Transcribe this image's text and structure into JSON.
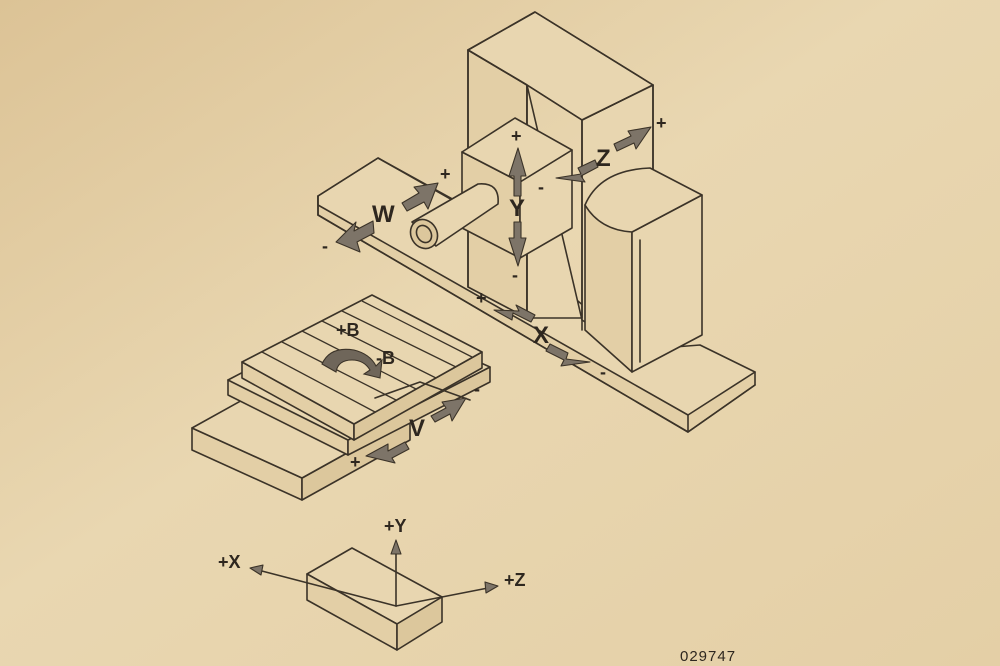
{
  "labels": {
    "w": "W",
    "w_plus": "+",
    "w_minus": "-",
    "y": "Y",
    "y_plus": "+",
    "y_minus": "-",
    "z": "Z",
    "z_plus": "+",
    "z_minus": "-",
    "x": "X",
    "x_plus": "+",
    "x_minus": "-",
    "v": "V",
    "v_plus": "+",
    "v_minus": "-",
    "b_plus": "+B",
    "b_minus": "-B"
  },
  "coordinate_system": {
    "plus_x": "+X",
    "plus_y": "+Y",
    "plus_z": "+Z"
  },
  "figure_number": "029747",
  "colors": {
    "paper": "#e6d2a9",
    "ink": "#3b3328",
    "arrow_fill": "#7d7468"
  }
}
